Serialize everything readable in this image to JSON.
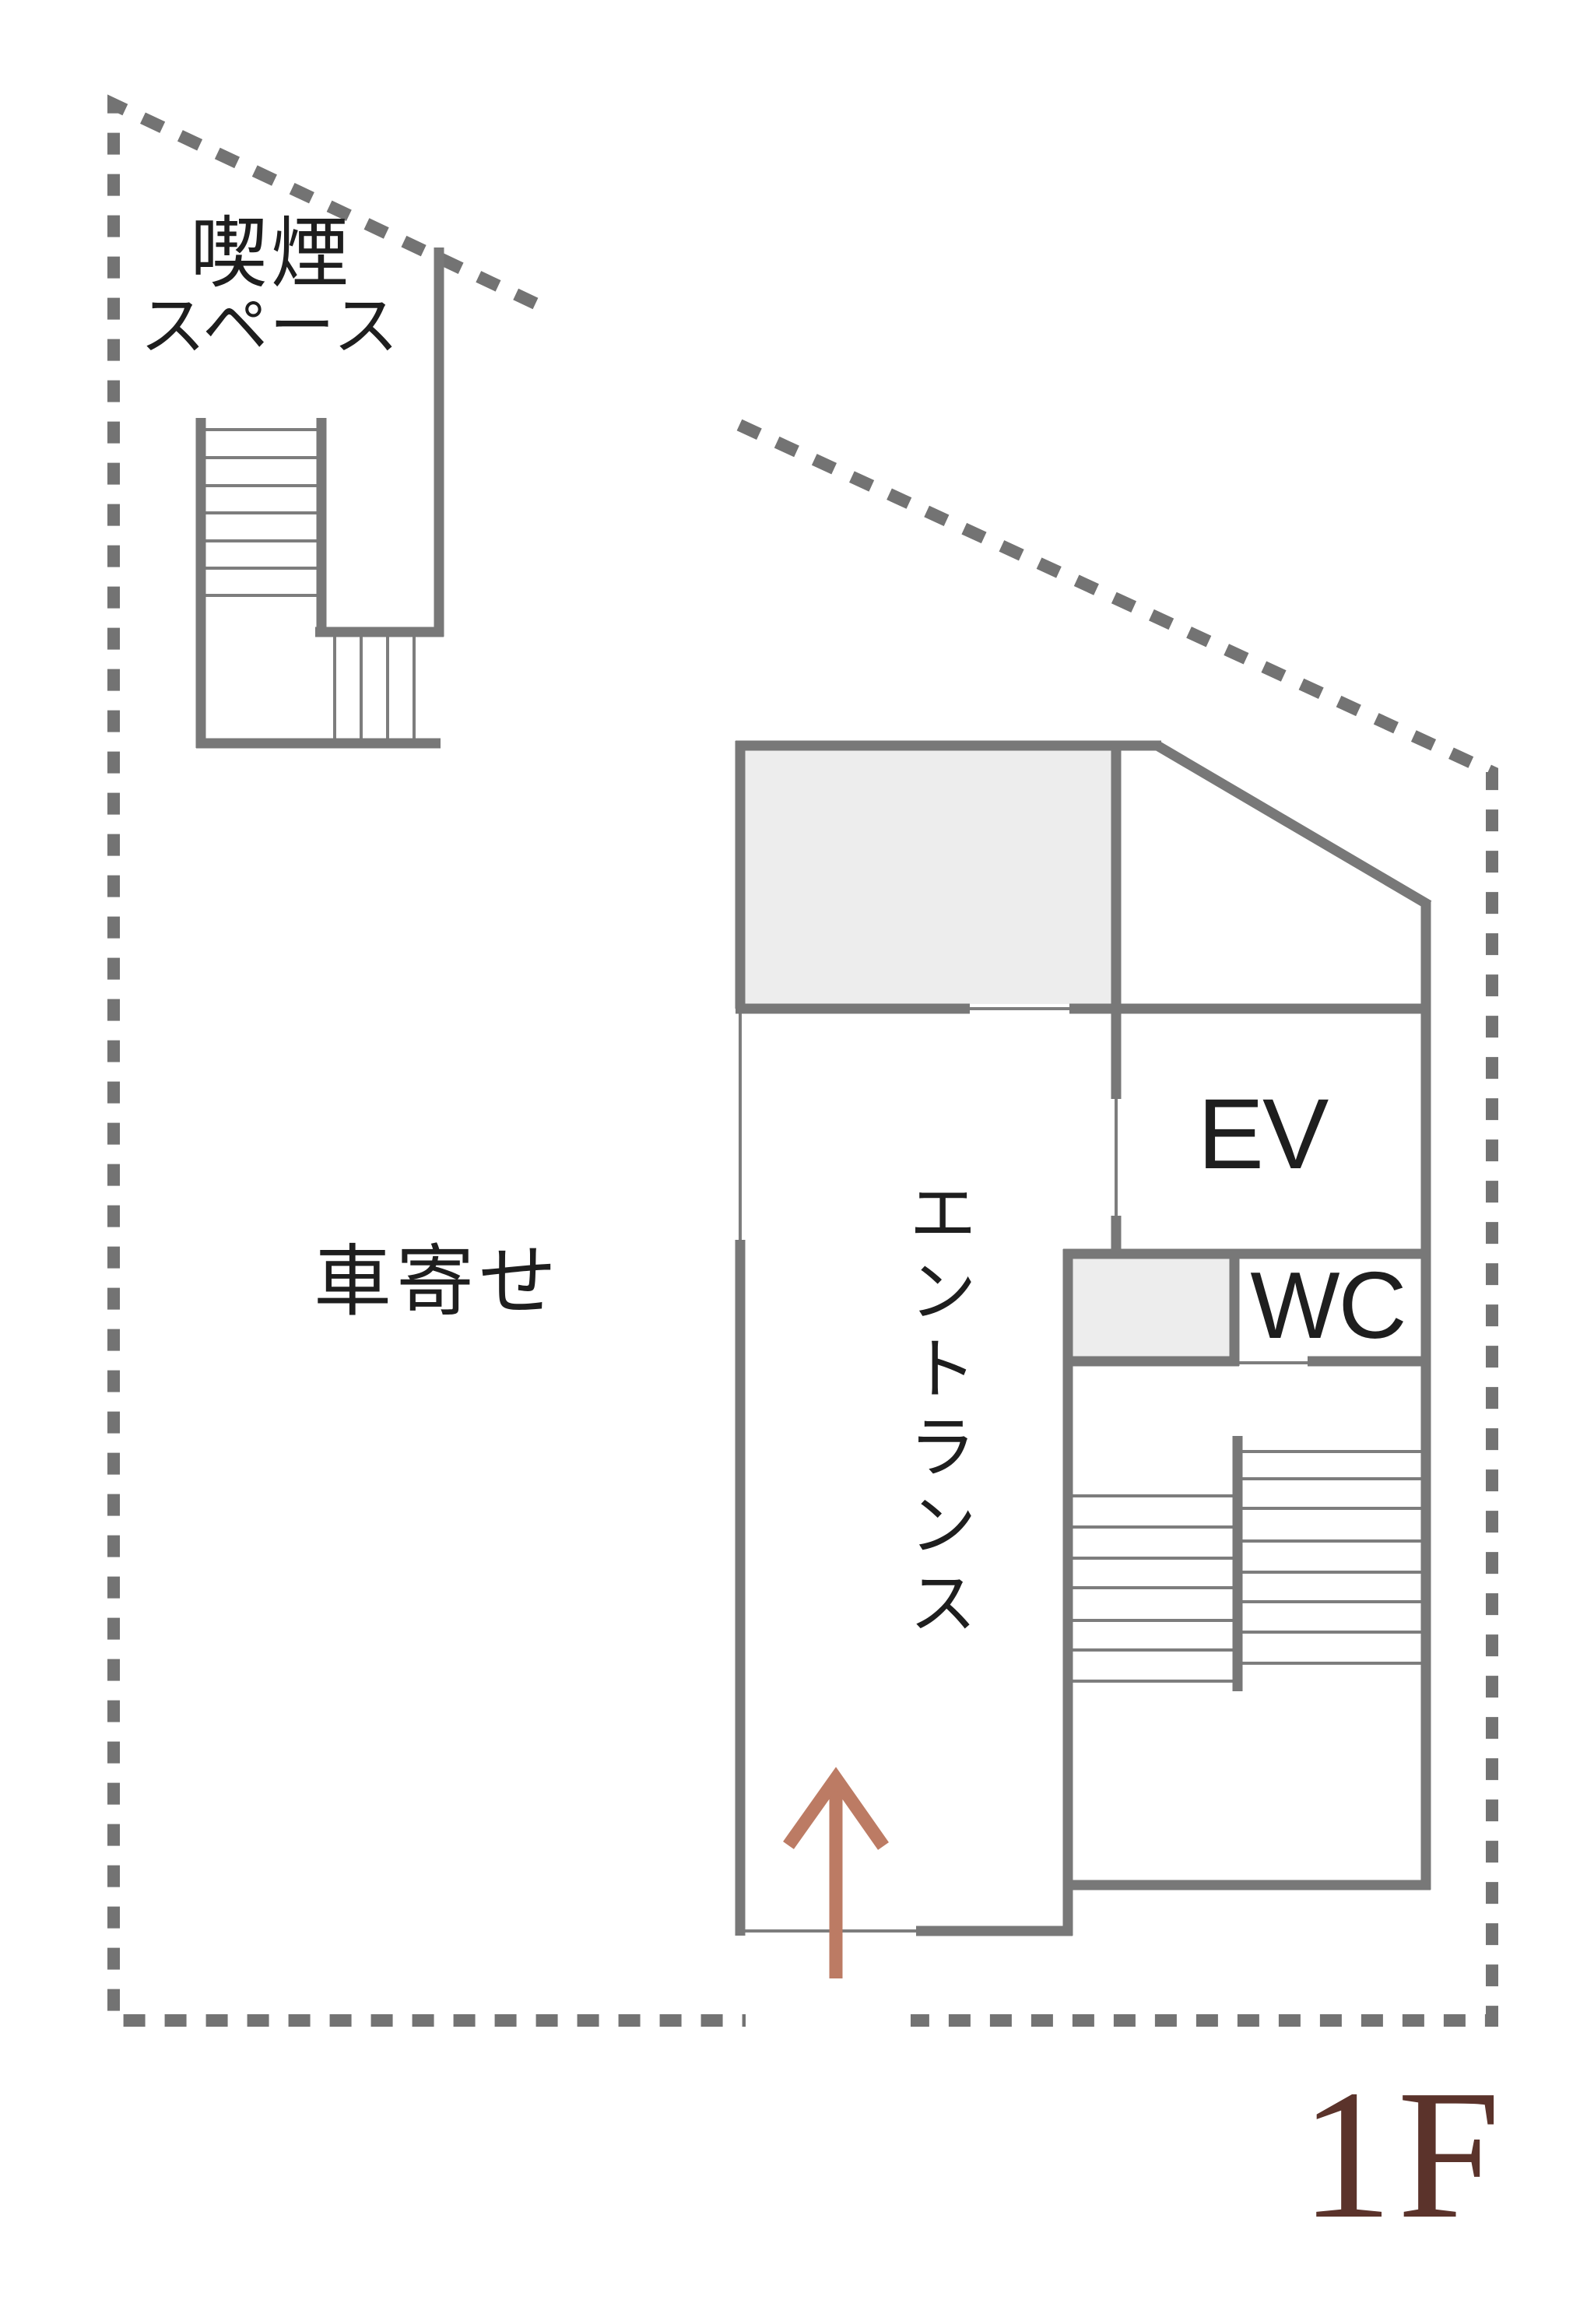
{
  "title": "1F floor plan",
  "floor": {
    "label": "1F"
  },
  "rooms": {
    "smoking_line1": "喫煙",
    "smoking_line2": "スペース",
    "porte_cochere": "車寄せ",
    "entrance": "エントランス",
    "elevator": "EV",
    "toilet": "WC"
  },
  "icons": {
    "entrance_arrow": "up-arrow-icon"
  },
  "colors": {
    "wall": "#787878",
    "thin_line": "#7d7d7d",
    "boundary_dash": "#737373",
    "room_fill": "#ededed",
    "label_text": "#1e1e1e",
    "arrow": "#bc7b64",
    "floor_label": "#5b332b",
    "background": "#ffffff"
  }
}
